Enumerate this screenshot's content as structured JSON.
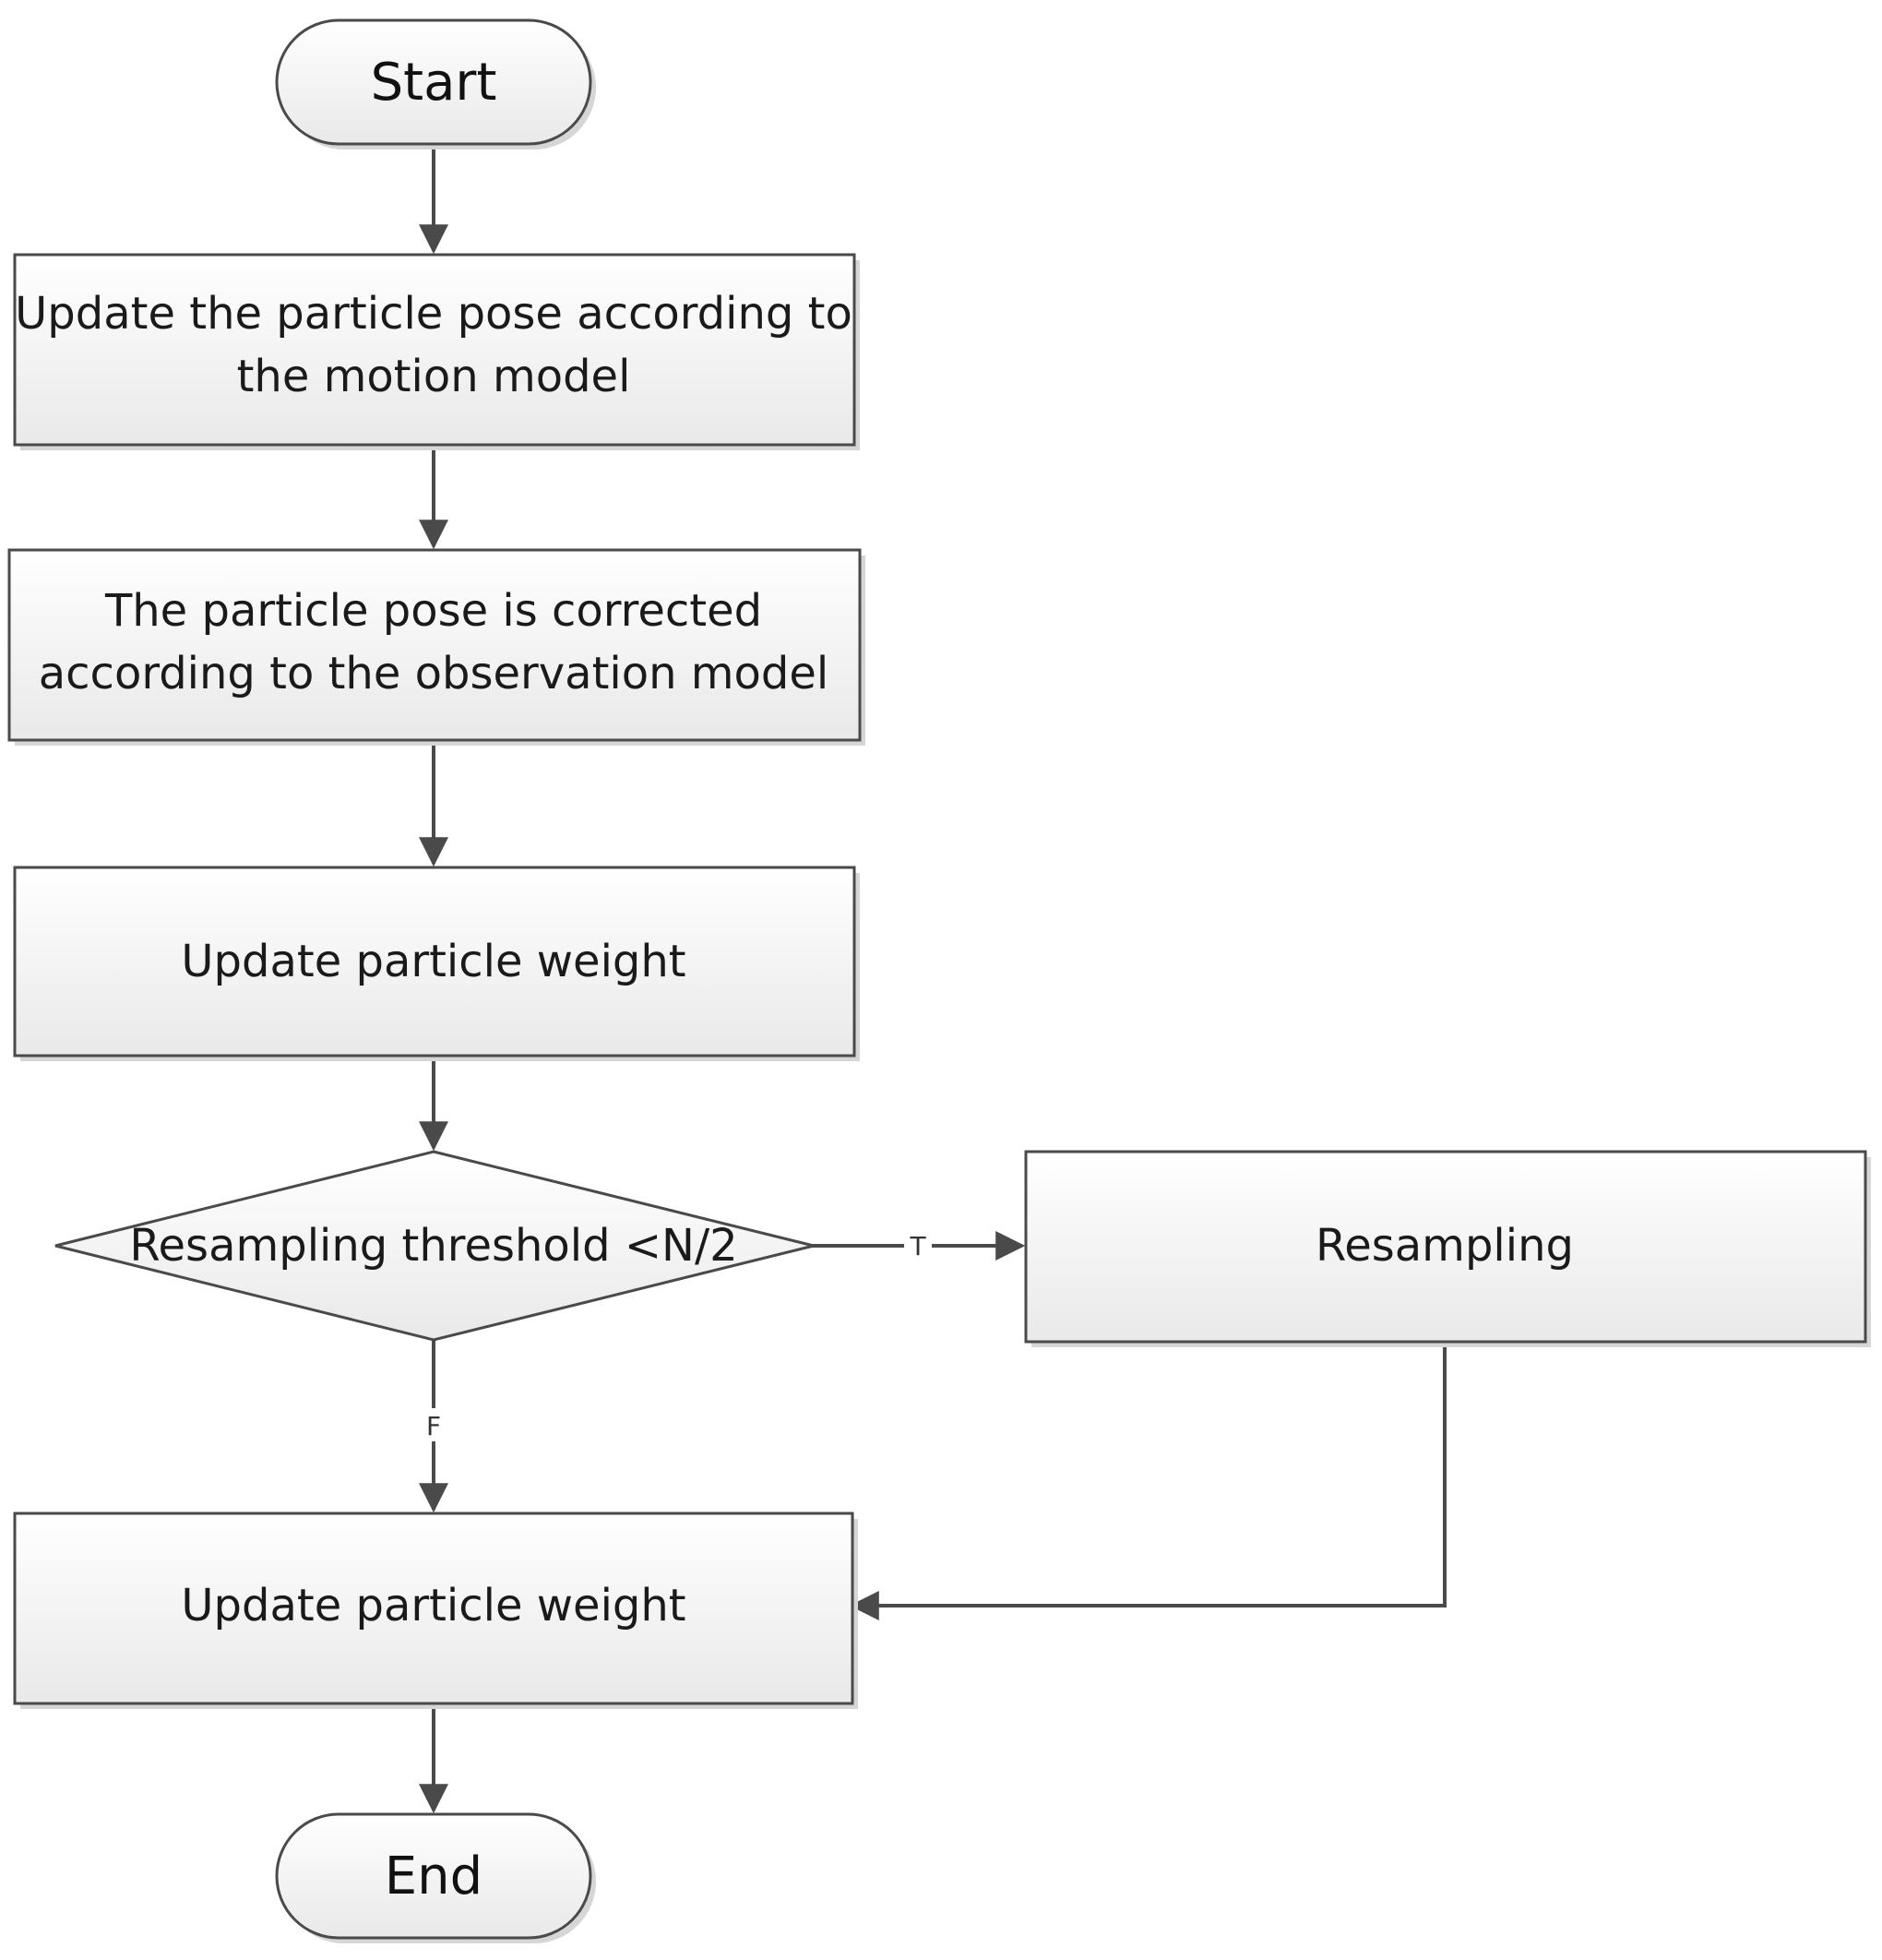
{
  "nodes": {
    "start": {
      "label": "Start"
    },
    "update_pose": {
      "line1": "Update the particle pose according to",
      "line2": "the motion model"
    },
    "correct_pose": {
      "line1": "The particle pose is corrected",
      "line2": "according to the observation model"
    },
    "update_weight_1": {
      "label": "Update particle weight"
    },
    "threshold": {
      "label": "Resampling threshold <N/2"
    },
    "resampling": {
      "label": "Resampling"
    },
    "update_weight_2": {
      "label": "Update particle weight"
    },
    "end": {
      "label": "End"
    }
  },
  "edges": {
    "true_label": "T",
    "false_label": "F"
  },
  "colors": {
    "box_top": "#ffffff",
    "box_bottom": "#e9e9e9",
    "stroke": "#4a4a4a",
    "shadow": "#d6d6d6"
  }
}
